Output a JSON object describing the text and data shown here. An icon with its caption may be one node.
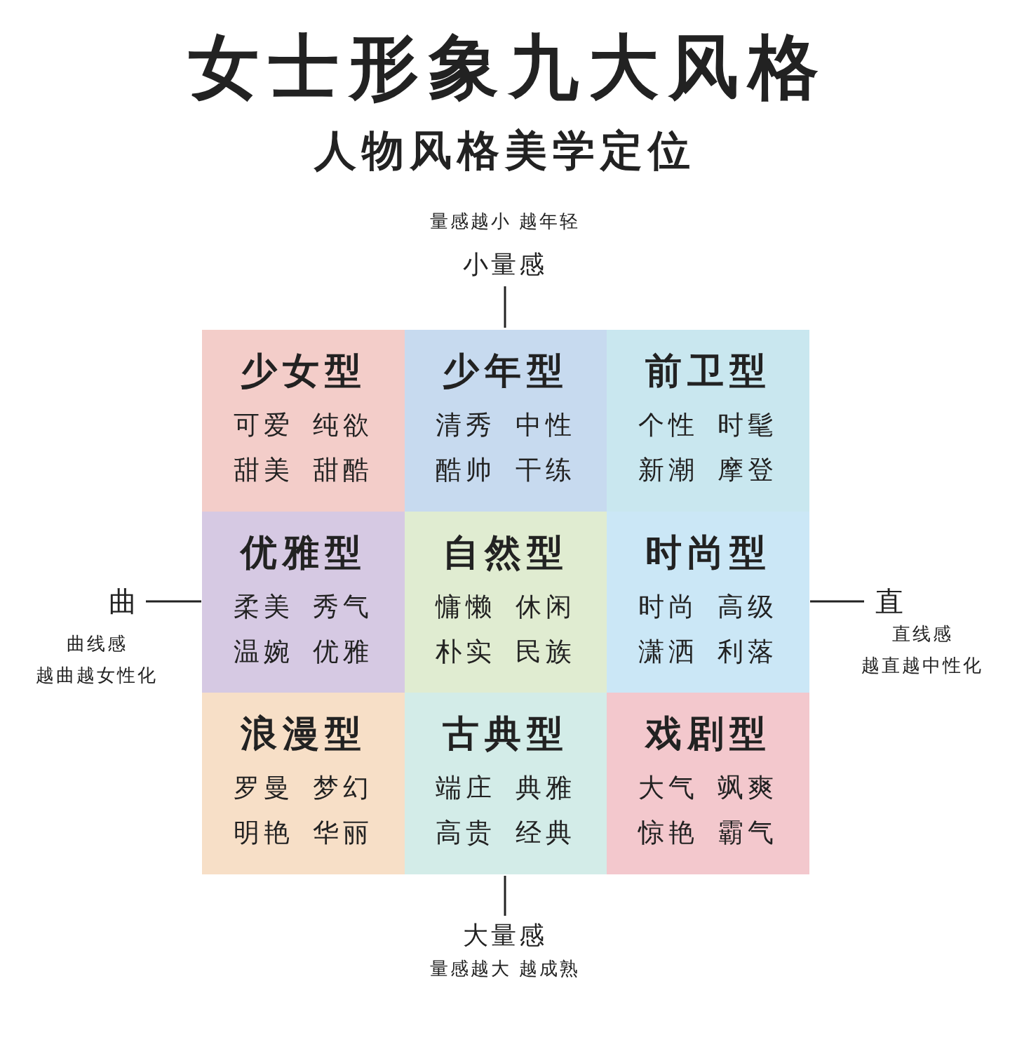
{
  "diagram": {
    "title": "女士形象九大风格",
    "nodes": [
      {
        "text": [
          "少女型",
          "可爱 纯欲",
          "甜美 甜酷"
        ]
      },
      {
        "text": [
          "少年型",
          "清秀 中性",
          "酷帅 干练"
        ]
      },
      {
        "text": [
          "前卫型",
          "个性 时髦",
          "新潮 摩登"
        ]
      },
      {
        "text": [
          "优雅型",
          "柔美 秀气",
          "温婉 优雅"
        ]
      },
      {
        "text": [
          "自然型",
          "慵懒 休闲",
          "朴实 民族"
        ]
      },
      {
        "text": [
          "时尚型",
          "时尚 高级",
          "潇洒 利落"
        ]
      },
      {
        "text": [
          "浪漫型",
          "罗曼 梦幻",
          "明艳 华丽"
        ]
      },
      {
        "text": [
          "古典型",
          "端庄 典雅",
          "高贵 经典"
        ]
      },
      {
        "text": [
          "戏剧型",
          "大气 飒爽",
          "惊艳 霸气"
        ]
      }
    ],
    "labels": [
      "人物风格美学定位",
      "量感越小 越年轻",
      "小量感",
      "曲",
      "直",
      "曲线感",
      "越曲越女性化",
      "直线感",
      "越直越中性化",
      "大量感",
      "量感越大 越成熟"
    ]
  }
}
